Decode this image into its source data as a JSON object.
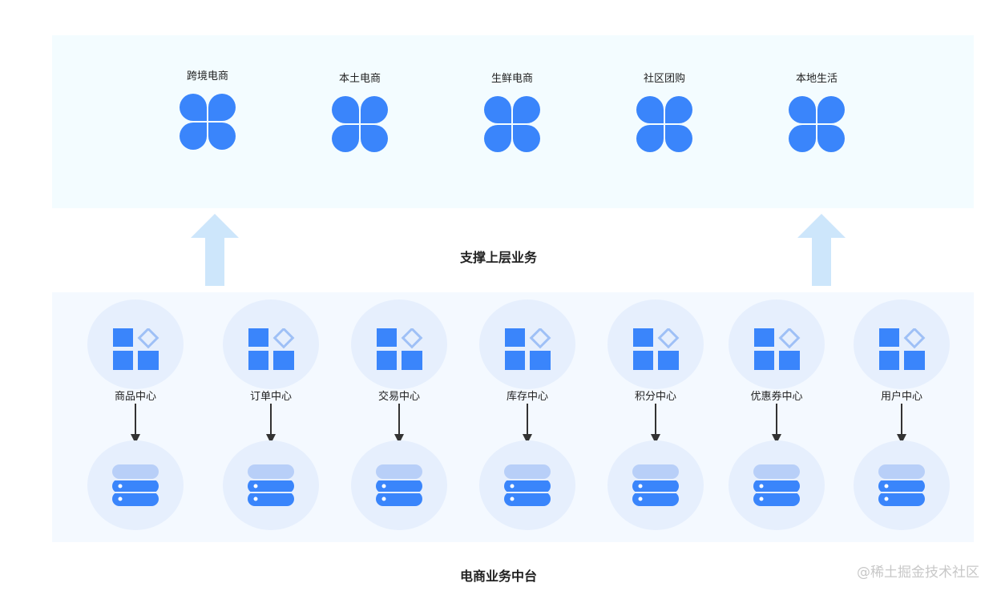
{
  "business_units": [
    {
      "label": "跨境电商"
    },
    {
      "label": "本土电商"
    },
    {
      "label": "生鲜电商"
    },
    {
      "label": "社区团购"
    },
    {
      "label": "本地生活"
    }
  ],
  "support_label": "支撑上层业务",
  "services": [
    {
      "label": "商品中心"
    },
    {
      "label": "订单中心"
    },
    {
      "label": "交易中心"
    },
    {
      "label": "库存中心"
    },
    {
      "label": "积分中心"
    },
    {
      "label": "优惠券中心"
    },
    {
      "label": "用户中心"
    }
  ],
  "platform_label": "电商业务中台",
  "watermark": "@稀土掘金技术社区",
  "colors": {
    "icon_blue": "#3a85fb",
    "arrow_light_blue": "#cde6fb",
    "circle_bg": "#e6effd",
    "db_light": "#b8cff8",
    "diamond": "#9fc0f6"
  }
}
